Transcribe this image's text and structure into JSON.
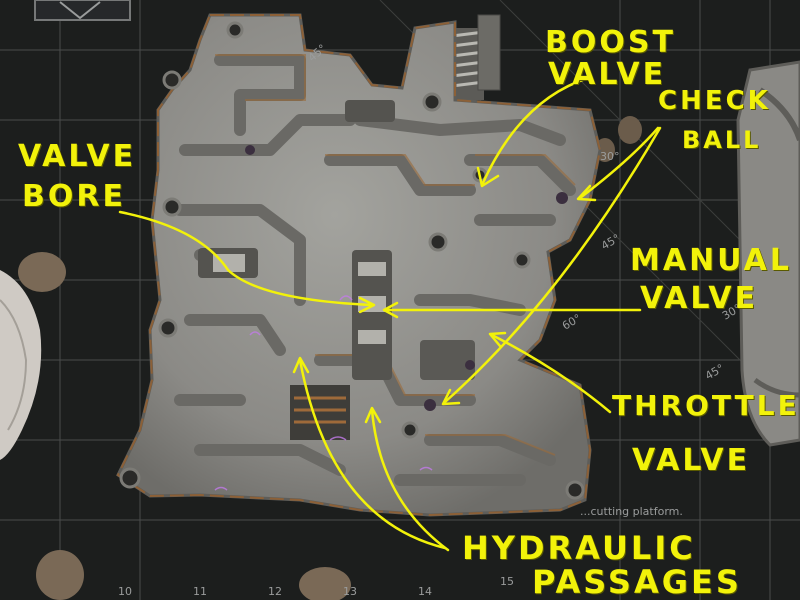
{
  "annotations": {
    "boost_valve": [
      "BOOST",
      "VALVE"
    ],
    "check_ball": [
      "CHECK",
      "BALL"
    ],
    "valve_bore": [
      "VALVE",
      "BORE"
    ],
    "manual_valve": [
      "MANUAL",
      "VALVE"
    ],
    "throttle_valve": [
      "THROTTLE",
      "VALVE"
    ],
    "hydraulic_passages": [
      "HYDRAULIC",
      "PASSAGES"
    ]
  },
  "mat_marks": [
    "45°",
    "30°",
    "45°",
    "60°",
    "30°",
    "45°"
  ],
  "ruler_numbers": [
    "10",
    "11",
    "12",
    "13",
    "14",
    "15"
  ],
  "mat_caption": "...cutting platform.",
  "colors": {
    "annotation": "#f2f20a",
    "valve_body": "#8e8e8a",
    "mat": "#1c1e1d",
    "rust": "#a0622a"
  }
}
